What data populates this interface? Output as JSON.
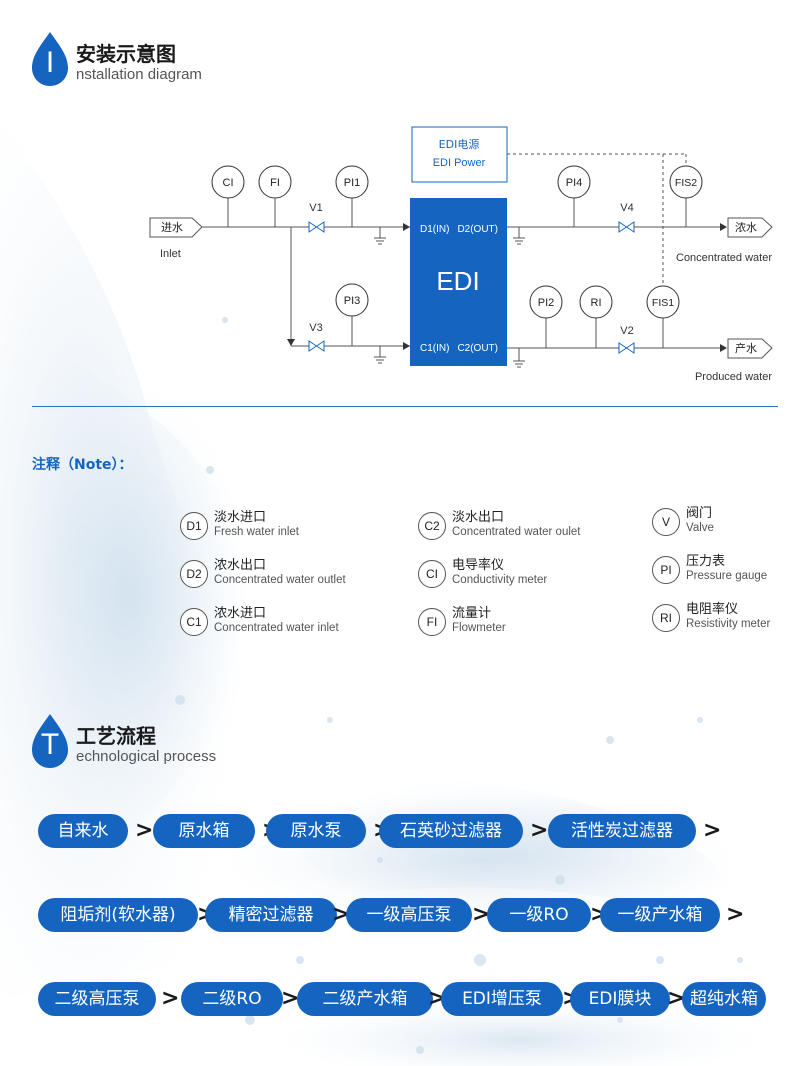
{
  "colors": {
    "primary": "#1565c0",
    "drop": "#1565c0",
    "line": "#555555",
    "text": "#333333"
  },
  "installation": {
    "letter": "I",
    "title_cn": "安装示意图",
    "title_en": "nstallation diagram",
    "diagram": {
      "inlet_box": "进水",
      "inlet_label": "Inlet",
      "conc_box": "浓水",
      "conc_label": "Concentrated water",
      "prod_box": "产水",
      "prod_label": "Produced water",
      "power_line1": "EDI电源",
      "power_line2": "EDI Power",
      "edi": "EDI",
      "d1": "D1(IN)",
      "d2": "D2(OUT)",
      "c1": "C1(IN)",
      "c2": "C2(OUT)",
      "instruments": {
        "ci": "CI",
        "fi": "FI",
        "pi1": "PI1",
        "pi3": "PI3",
        "pi4": "PI4",
        "fis2": "FIS2",
        "pi2": "PI2",
        "ri": "RI",
        "fis1": "FIS1"
      },
      "valves": {
        "v1": "V1",
        "v3": "V3",
        "v4": "V4",
        "v2": "V2"
      }
    }
  },
  "notes": {
    "title": "注释（Note）：",
    "items": [
      {
        "code": "D1",
        "cn": "淡水进口",
        "en": "Fresh water inlet"
      },
      {
        "code": "D2",
        "cn": "浓水出口",
        "en": "Concentrated water outlet"
      },
      {
        "code": "C1",
        "cn": "浓水进口",
        "en": "Concentrated water inlet"
      },
      {
        "code": "C2",
        "cn": "淡水出口",
        "en": "Concentrated water oulet"
      },
      {
        "code": "CI",
        "cn": "电导率仪",
        "en": "Conductivity meter"
      },
      {
        "code": "FI",
        "cn": "流量计",
        "en": "Flowmeter"
      },
      {
        "code": "V",
        "cn": "阀门",
        "en": "Valve"
      },
      {
        "code": "PI",
        "cn": "压力表",
        "en": "Pressure gauge"
      },
      {
        "code": "RI",
        "cn": "电阻率仪",
        "en": "Resistivity meter"
      }
    ]
  },
  "process": {
    "letter": "T",
    "title_cn": "工艺流程",
    "title_en": "echnological process",
    "arrow": ">",
    "steps": [
      "自来水",
      "原水箱",
      "原水泵",
      "石英砂过滤器",
      "活性炭过滤器",
      "阻垢剂(软水器)",
      "精密过滤器",
      "一级高压泵",
      "一级RO",
      "一级产水箱",
      "二级高压泵",
      "二级RO",
      "二级产水箱",
      "EDI增压泵",
      "EDI膜块",
      "超纯水箱"
    ]
  }
}
